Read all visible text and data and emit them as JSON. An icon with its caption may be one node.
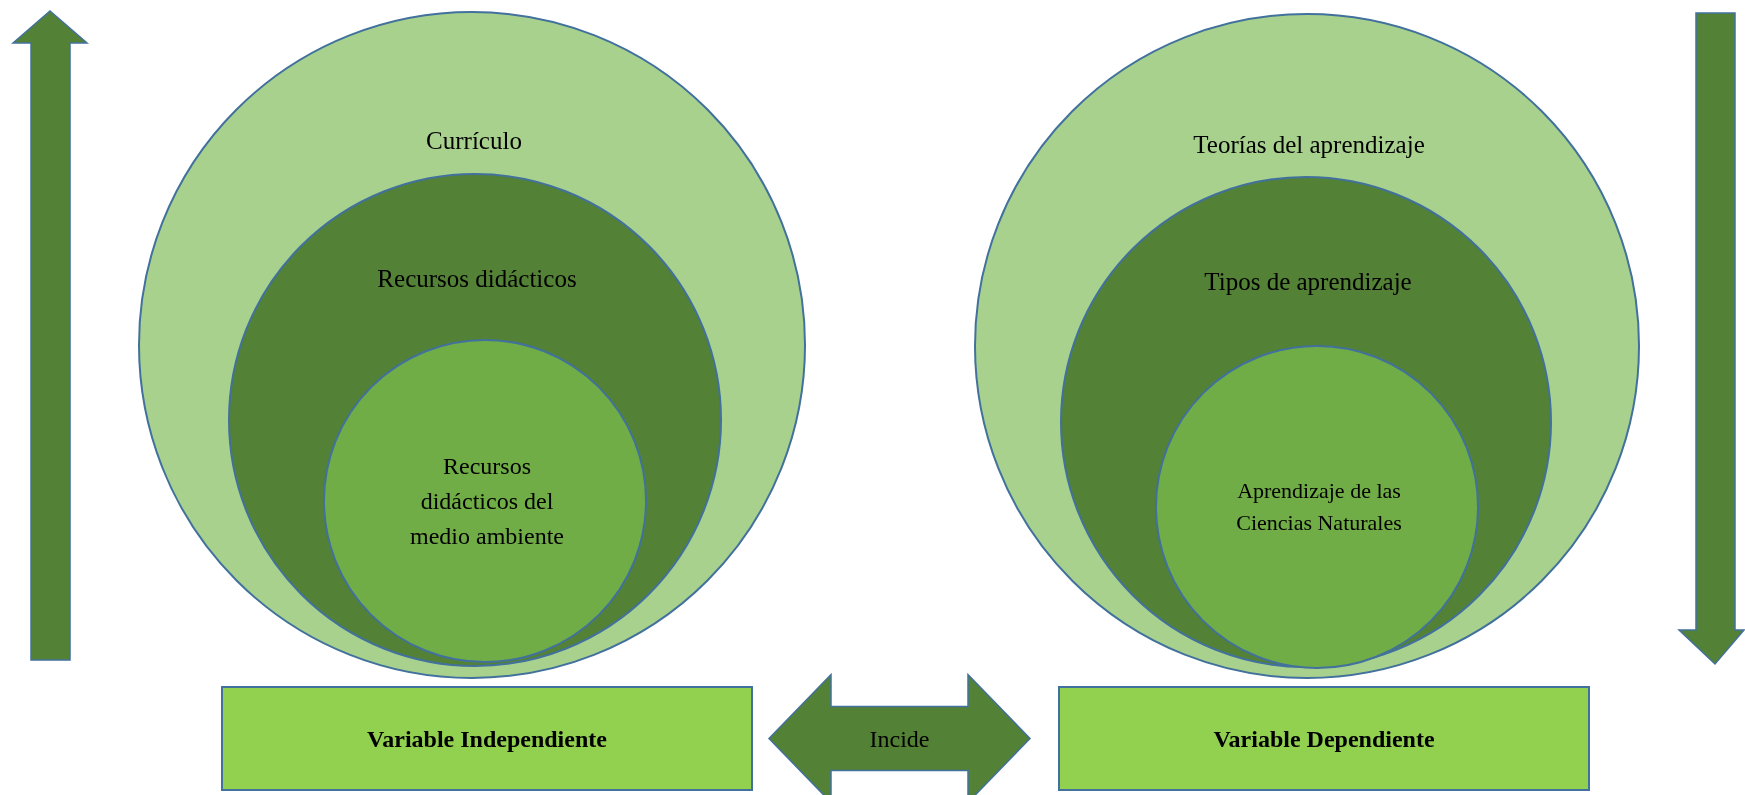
{
  "diagram": {
    "nodes": [
      {
        "text": [
          "Currículo"
        ]
      },
      {
        "text": [
          "Recursos didácticos"
        ],
        "in": 0
      },
      {
        "text": [
          "Recursos didácticos del medio ambiente"
        ],
        "in": 1
      },
      {
        "text": [
          "Teorías del aprendizaje"
        ]
      },
      {
        "text": [
          "Tipos de aprendizaje"
        ],
        "in": 3
      },
      {
        "text": [
          "Aprendizaje de las Ciencias Naturales"
        ],
        "in": 4
      },
      {
        "text": [
          "Variable Independiente"
        ]
      },
      {
        "text": [
          "Variable Dependiente"
        ]
      }
    ],
    "edges": [
      {
        "from": 6,
        "to": 7,
        "arrow": "both",
        "label": "Incide"
      }
    ]
  }
}
